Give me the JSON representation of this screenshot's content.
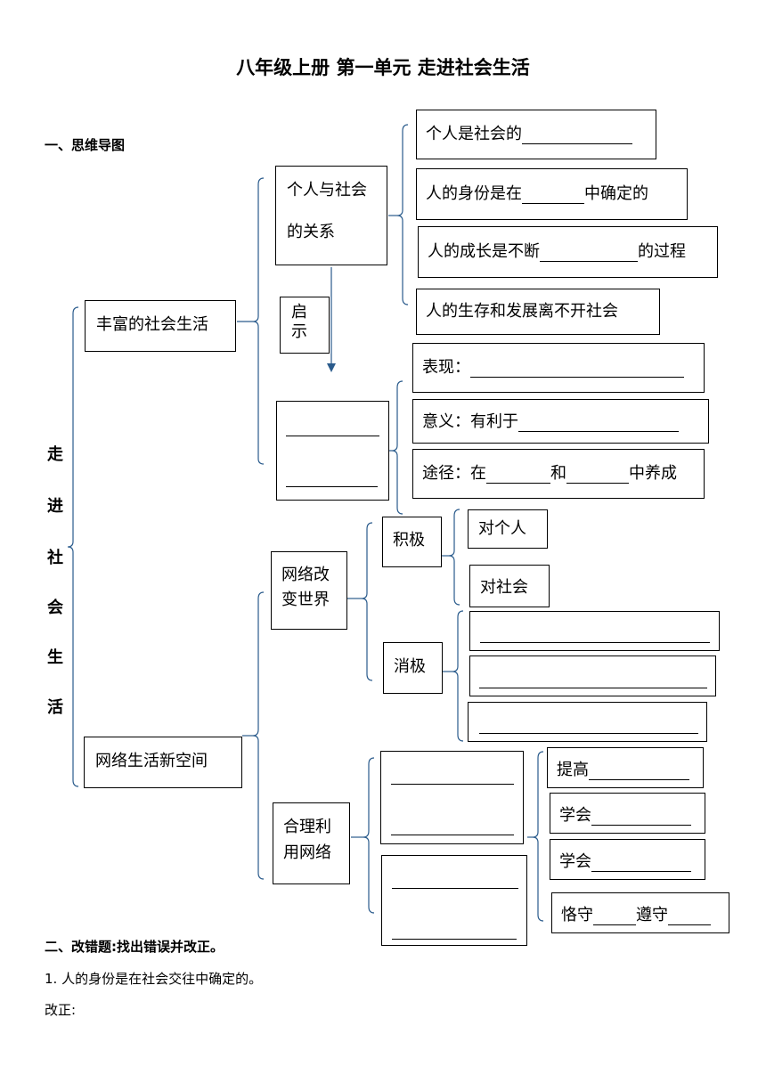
{
  "title": "八年级上册  第一单元  走进社会生活",
  "section1": "一、思维导图",
  "vertical_title": [
    "走",
    "进",
    "社",
    "会",
    "生",
    "活"
  ],
  "nodes": {
    "rich_life": "丰富的社会生活",
    "net_life": "网络生活新空间",
    "relation_l1": "个人与社会",
    "relation_l2": "的关系",
    "inspire_l1": "启",
    "inspire_l2": "示",
    "rel1": "个人是社会的",
    "rel2_a": "人的身份是在",
    "rel2_b": "中确定的",
    "rel3_a": "人的成长是不断",
    "rel3_b": "的过程",
    "rel4": "人的生存和发展离不开社会",
    "expr": "表现：",
    "meaning": "意义：有利于",
    "path_a": "途径：在",
    "path_b": "和",
    "path_c": "中养成",
    "net_change_l1": "网络改",
    "net_change_l2": "变世界",
    "positive": "积极",
    "to_person": "对个人",
    "to_society": "对社会",
    "negative": "消极",
    "use_l1": "合理利",
    "use_l2": "用网络",
    "improve": "提高",
    "learn1": "学会",
    "learn2": "学会",
    "obey_a": "恪守",
    "obey_b": "遵守"
  },
  "section2": "二、改错题:找出错误并改正。",
  "q1": "1. 人的身份是在社会交往中确定的。",
  "correct_label": "改正:"
}
